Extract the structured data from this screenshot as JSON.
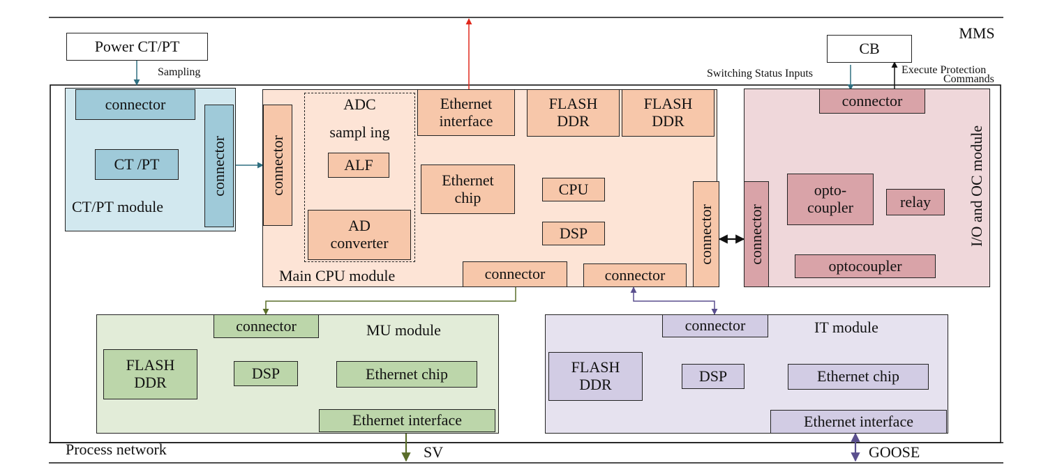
{
  "bus": {
    "top_label": "MMS",
    "bottom_label": "Process network",
    "sv_label": "SV",
    "goose_label": "GOOSE"
  },
  "external": {
    "power": "Power CT/PT",
    "sampling": "Sampling",
    "cb": "CB",
    "switching_status": "Switching Status Inputs",
    "execute_protection": "Execute Protection",
    "commands": "Commands"
  },
  "ctpt": {
    "title": "CT/PT module",
    "connector_top": "connector",
    "ctpt": "CT /PT",
    "connector_side": "connector"
  },
  "cpu": {
    "title": "Main CPU module",
    "connector_left": "connector",
    "adc_line1": "ADC",
    "adc_line2": "sampl ing",
    "alf": "ALF",
    "ad_converter": [
      "AD",
      "converter"
    ],
    "ethernet_interface": [
      "Ethernet",
      "interface"
    ],
    "flash1": [
      "FLASH",
      "DDR"
    ],
    "flash2": [
      "FLASH",
      "DDR"
    ],
    "ethernet_chip": [
      "Ethernet",
      "chip"
    ],
    "cpu": "CPU",
    "dsp": "DSP",
    "connector_right": "connector",
    "connector_bottom1": "connector",
    "connector_bottom2": "connector"
  },
  "io": {
    "title": "I/O and OC module",
    "connector_top": "connector",
    "connector_left": "connector",
    "optocoupler_top": [
      "opto-",
      "coupler"
    ],
    "relay": "relay",
    "optocoupler_bottom": "optocoupler"
  },
  "mu": {
    "title": "MU module",
    "connector": "connector",
    "flash": [
      "FLASH",
      "DDR"
    ],
    "dsp": "DSP",
    "ethernet_chip": "Ethernet chip",
    "ethernet_interface": "Ethernet interface"
  },
  "it": {
    "title": "IT module",
    "connector": "connector",
    "flash": [
      "FLASH",
      "DDR"
    ],
    "dsp": "DSP",
    "ethernet_chip": "Ethernet chip",
    "ethernet_interface": "Ethernet interface"
  },
  "colors": {
    "teal": "#2f6f80",
    "red": "#e0281c",
    "black": "#111111",
    "olive": "#5a6e2a",
    "purple": "#5a4f8e",
    "ct_module": "#d2e8ef",
    "cpu_module": "#fde4d6",
    "io_module": "#efd7da",
    "mu_module": "#e2ecd8",
    "it_module": "#e6e2ef"
  }
}
